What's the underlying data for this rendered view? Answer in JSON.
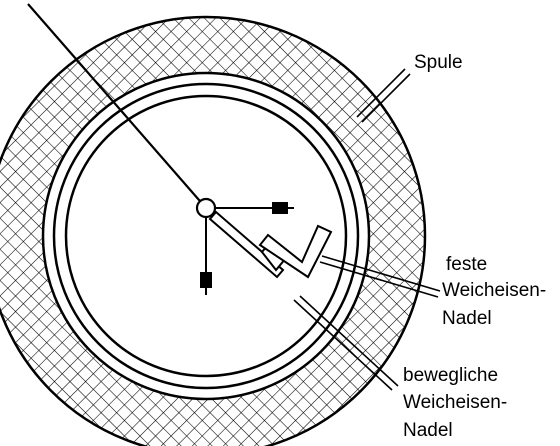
{
  "labels": {
    "coil": "Spule",
    "fixed_needle": [
      "feste",
      "Weicheisen-",
      "Nadel"
    ],
    "moving_needle": [
      "bewegliche",
      "Weicheisen-",
      "Nadel"
    ]
  },
  "colors": {
    "stroke": "#000000",
    "background": "#ffffff"
  }
}
